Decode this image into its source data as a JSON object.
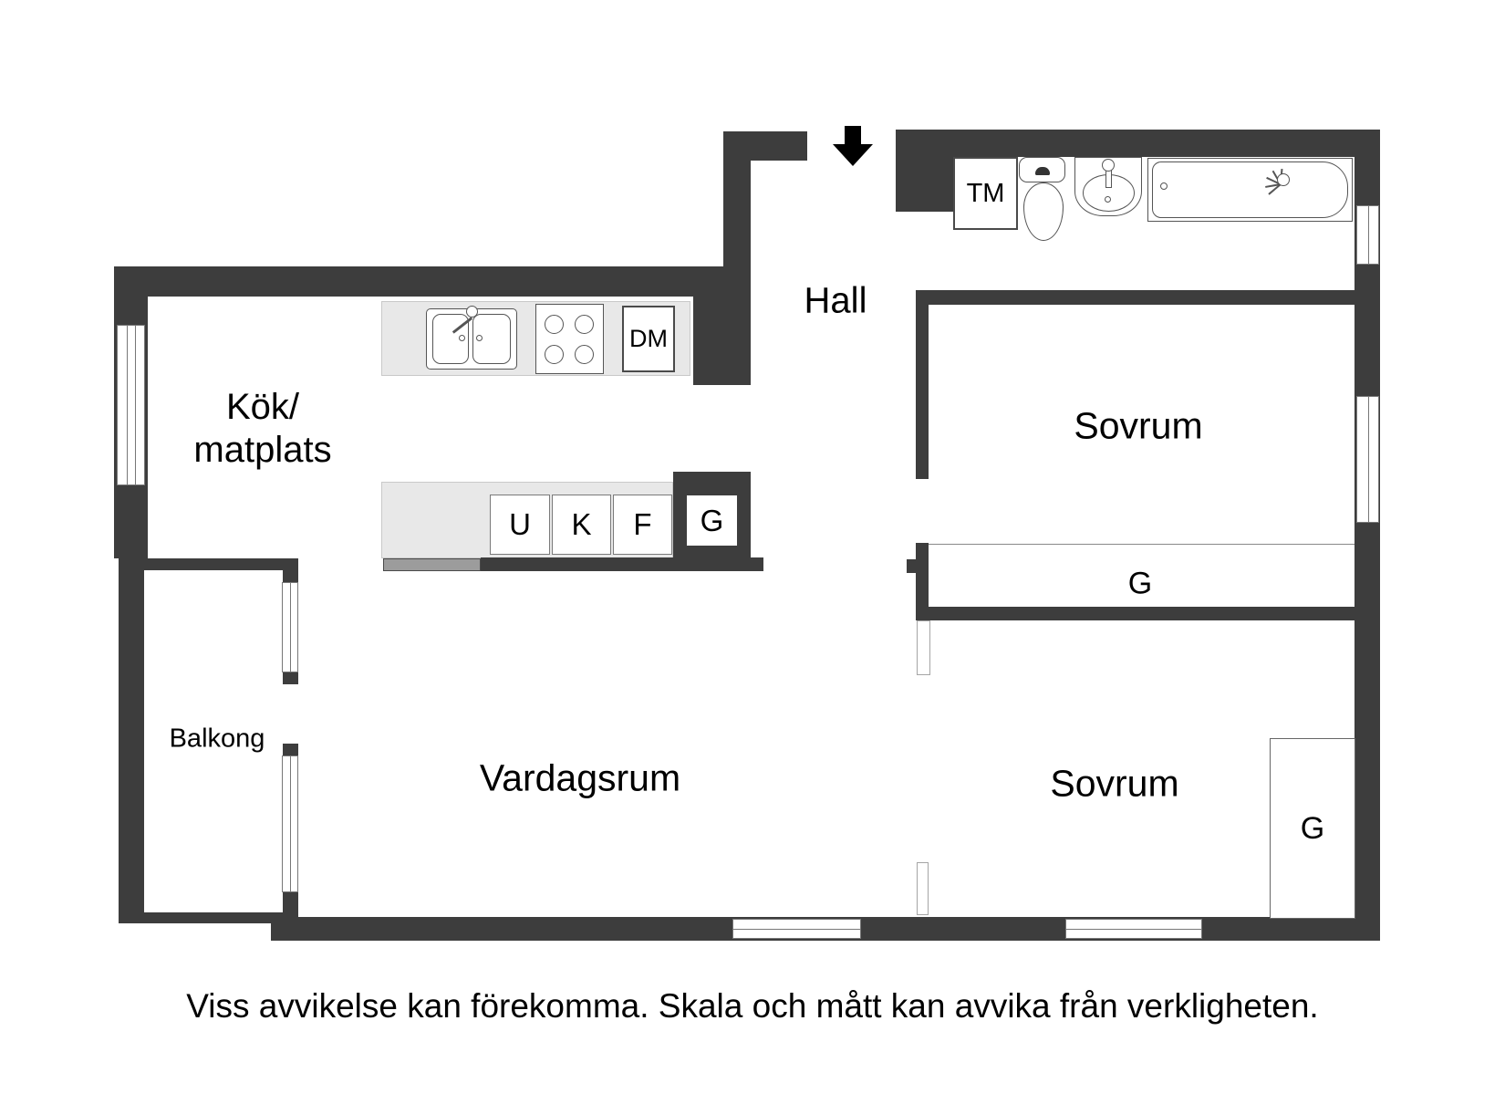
{
  "rooms": {
    "kitchen": {
      "line1": "Kök/",
      "line2": "matplats"
    },
    "hall": {
      "label": "Hall"
    },
    "bedroom_top": {
      "label": "Sovrum"
    },
    "bedroom_bottom": {
      "label": "Sovrum"
    },
    "living": {
      "label": "Vardagsrum"
    },
    "balcony": {
      "label": "Balkong"
    }
  },
  "closets": {
    "hall_long": {
      "label": "G"
    },
    "kitchen": {
      "label": "G"
    },
    "bedroom": {
      "label": "G"
    }
  },
  "appliances": {
    "dishwasher": {
      "label": "DM"
    },
    "washing_machine": {
      "label": "TM"
    },
    "oven": {
      "label": "U"
    },
    "fridge": {
      "label": "K"
    },
    "freezer": {
      "label": "F"
    }
  },
  "icons": {
    "entry_arrow": "entry-arrow-down",
    "toilet": "toilet-icon",
    "washbasin": "washbasin-icon",
    "bathtub": "bathtub-shower-icon",
    "kitchen_sink": "double-sink-icon",
    "stove": "stove-4-burners-icon"
  },
  "colors": {
    "wall": "#3d3d3d",
    "counter": "#e8e8e8",
    "railing": "#9c9c9c",
    "text": "#000000",
    "background": "#ffffff"
  },
  "disclaimer": {
    "text": "Viss avvikelse kan förekomma. Skala och mått kan avvika från verkligheten."
  }
}
